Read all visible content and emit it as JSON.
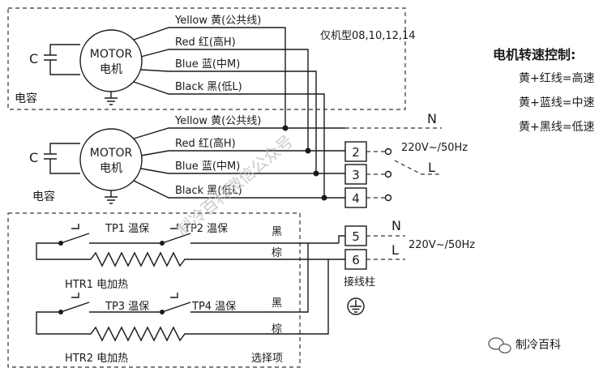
{
  "motor_top": {
    "capacitor_letter": "C",
    "motor_label_1": "MOTOR",
    "motor_label_2": "电机",
    "capacitor_label": "电容",
    "wires": [
      "Yellow 黄(公共线)",
      "Red 红(高H)",
      "Blue 蓝(中M)",
      "Black 黑(低L)"
    ],
    "model_note": "仅机型08,10,12,14"
  },
  "motor_bottom": {
    "capacitor_letter": "C",
    "motor_label_1": "MOTOR",
    "motor_label_2": "电机",
    "capacitor_label": "电容",
    "wires": [
      "Yellow 黄(公共线)",
      "Red 红(高H)",
      "Blue 蓝(中M)",
      "Black 黑(低L)"
    ]
  },
  "terminals": {
    "motor": [
      "2",
      "3",
      "4"
    ],
    "heater": [
      "5",
      "6"
    ],
    "label": "接线柱"
  },
  "power": {
    "motor_N": "N",
    "motor_L": "L",
    "motor_voltage": "220V~/50Hz",
    "heater_N": "N",
    "heater_L": "L",
    "heater_voltage": "220V~/50Hz"
  },
  "heater": {
    "tp1": "TP1 温保",
    "tp2": "TP2 温保",
    "tp3": "TP3 温保",
    "tp4": "TP4 温保",
    "htr1": "HTR1 电加热",
    "htr2": "HTR2 电加热",
    "black_1": "黑",
    "brown_1": "棕",
    "black_2": "黑",
    "brown_2": "棕",
    "optional": "选择项"
  },
  "legend": {
    "title": "电机转速控制:",
    "rows": [
      "黄+红线=高速",
      "黄+蓝线=中速",
      "黄+黑线=低速"
    ]
  },
  "watermark": "制冷百科微信公众号",
  "brand": "制冷百科"
}
